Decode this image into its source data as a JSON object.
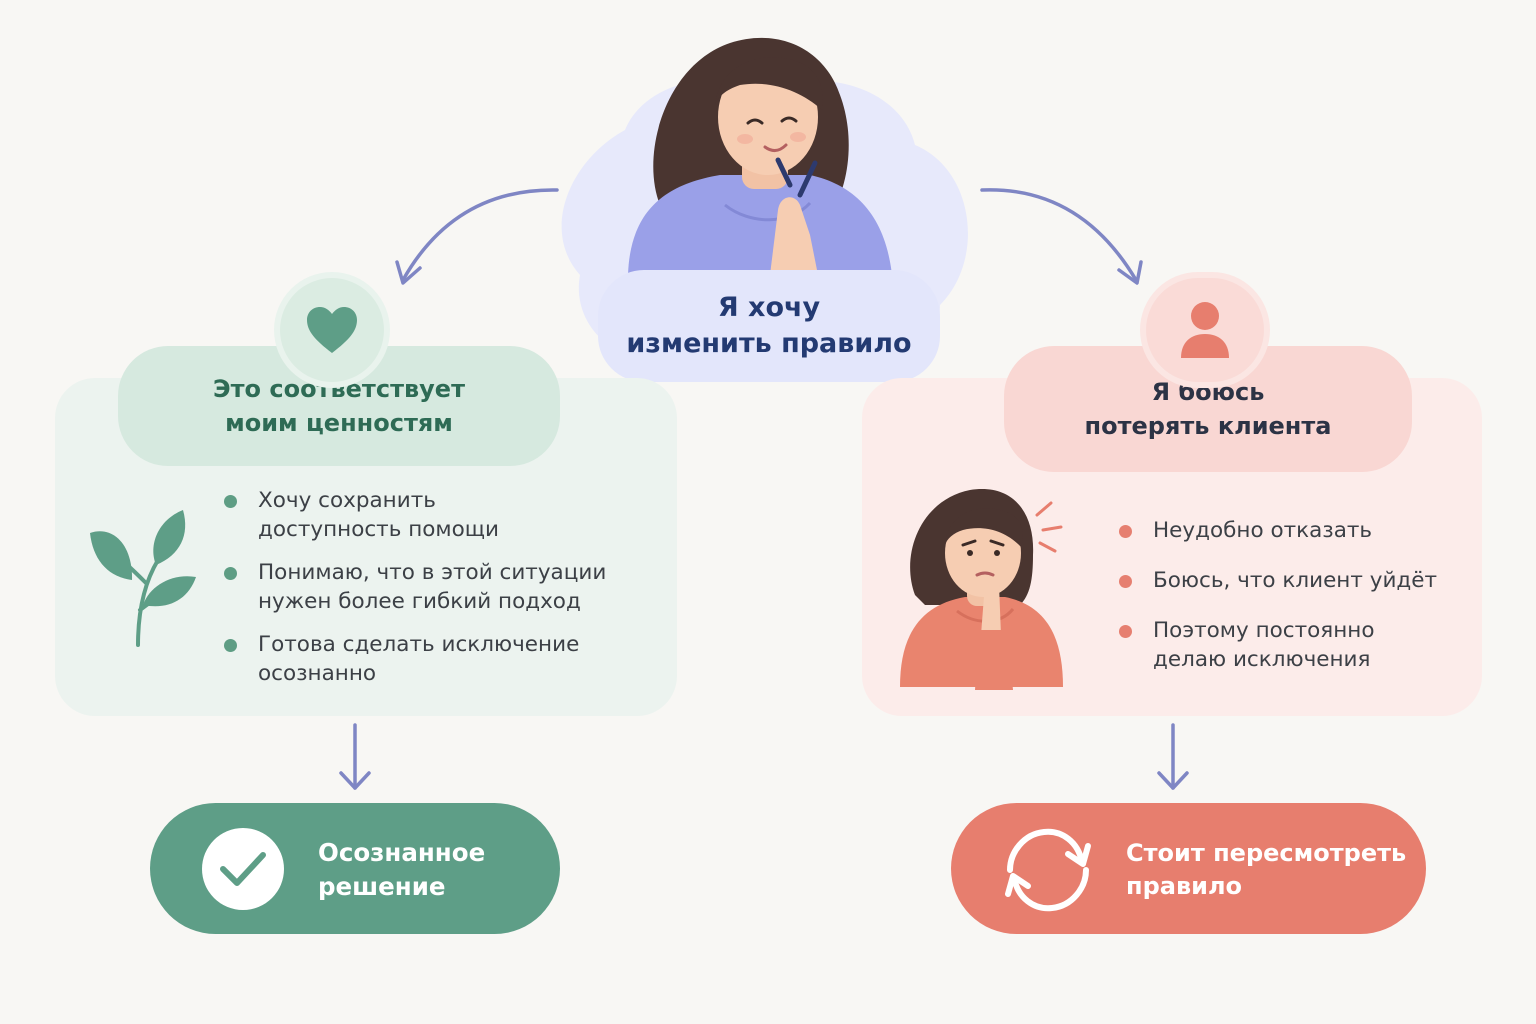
{
  "top_node": {
    "lines": [
      "Я хочу",
      "изменить правило"
    ]
  },
  "left_branch": {
    "title_lines": [
      "Это соответствует",
      "моим ценностям"
    ],
    "bullets": [
      [
        "Хочу сохранить",
        "доступность помощи"
      ],
      [
        "Понимаю, что в этой ситуации",
        "нужен более гибкий подход"
      ],
      [
        "Готова сделать исключение",
        "осознанно"
      ]
    ],
    "result_lines": [
      "Осознанное",
      "решение"
    ]
  },
  "right_branch": {
    "title_lines": [
      "Я боюсь",
      "потерять клиента"
    ],
    "bullets": [
      [
        "Неудобно отказать"
      ],
      [
        "Боюсь, что клиент уйдёт"
      ],
      [
        "Поэтому постоянно",
        "делаю исключения"
      ]
    ],
    "result_lines": [
      "Стоит пересмотреть",
      "правило"
    ]
  },
  "colors": {
    "background": "#f8f7f4",
    "arrow": "#7f86c4",
    "green_accent": "#5e9e87",
    "green_text": "#2e6b55",
    "red_accent": "#e77e6e",
    "blue_text": "#233a72",
    "lavender": "#e3e6fb"
  },
  "icons": {
    "left_badge": "heart-icon",
    "right_badge": "person-icon",
    "left_result": "checkmark-icon",
    "right_result": "refresh-icon",
    "decoration": "leaf-icon"
  }
}
